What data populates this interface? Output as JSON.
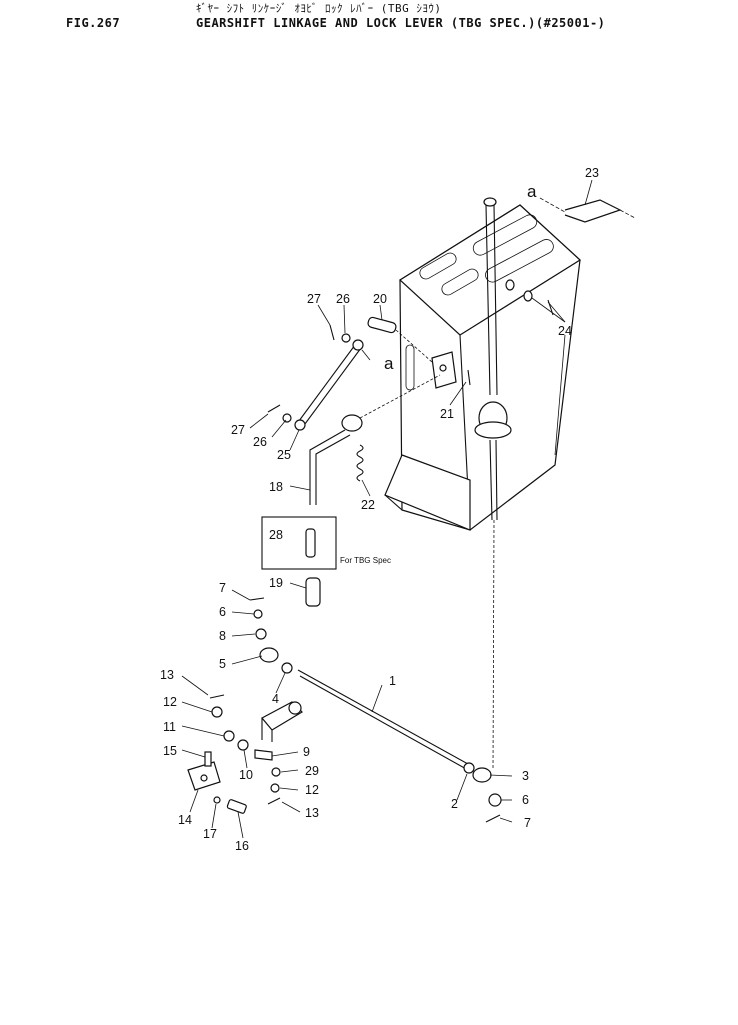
{
  "header": {
    "figure_no": "FIG.267",
    "title_jp": "ｷﾞﾔｰ ｼﾌﾄ ﾘﾝｹｰｼﾞ ｵﾖﾋﾞ ﾛｯｸ ﾚﾊﾞｰ (TBG ｼﾖｳ)",
    "title": "GEARSHIFT LINKAGE AND LOCK LEVER (TBG SPEC.)(#25001-)"
  },
  "diagram": {
    "callouts": [
      "1",
      "2",
      "3",
      "4",
      "5",
      "6",
      "6",
      "7",
      "7",
      "8",
      "9",
      "10",
      "11",
      "12",
      "12",
      "13",
      "13",
      "14",
      "15",
      "16",
      "17",
      "18",
      "19",
      "20",
      "21",
      "22",
      "23",
      "24",
      "25",
      "26",
      "26",
      "27",
      "27",
      "28",
      "29"
    ],
    "ref_markers": [
      "a",
      "a"
    ],
    "inset_note": "For TBG Spec"
  }
}
